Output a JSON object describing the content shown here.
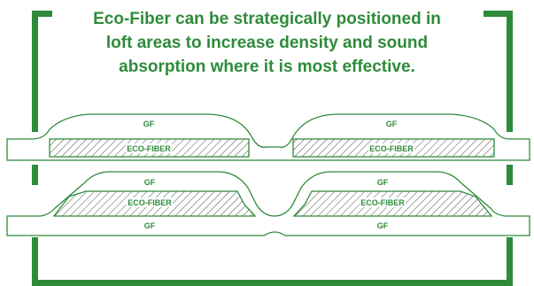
{
  "caption": {
    "line1": "Eco-Fiber can be strategically positioned in",
    "line2": "loft areas to increase density and sound",
    "line3": "absorption where it is most effective."
  },
  "top_panel": {
    "left_gf": "GF",
    "right_gf": "GF",
    "left_layer": "ECO-FIBER",
    "right_layer": "ECO-FIBER"
  },
  "bottom_panel": {
    "left_top_gf": "GF",
    "right_top_gf": "GF",
    "left_layer": "ECO-FIBER",
    "right_layer": "ECO-FIBER",
    "left_bottom_gf": "GF",
    "right_bottom_gf": "GF"
  },
  "colors": {
    "green": "#2e8b3a",
    "hatch": "#4d4d4d",
    "background": "#ffffff"
  }
}
